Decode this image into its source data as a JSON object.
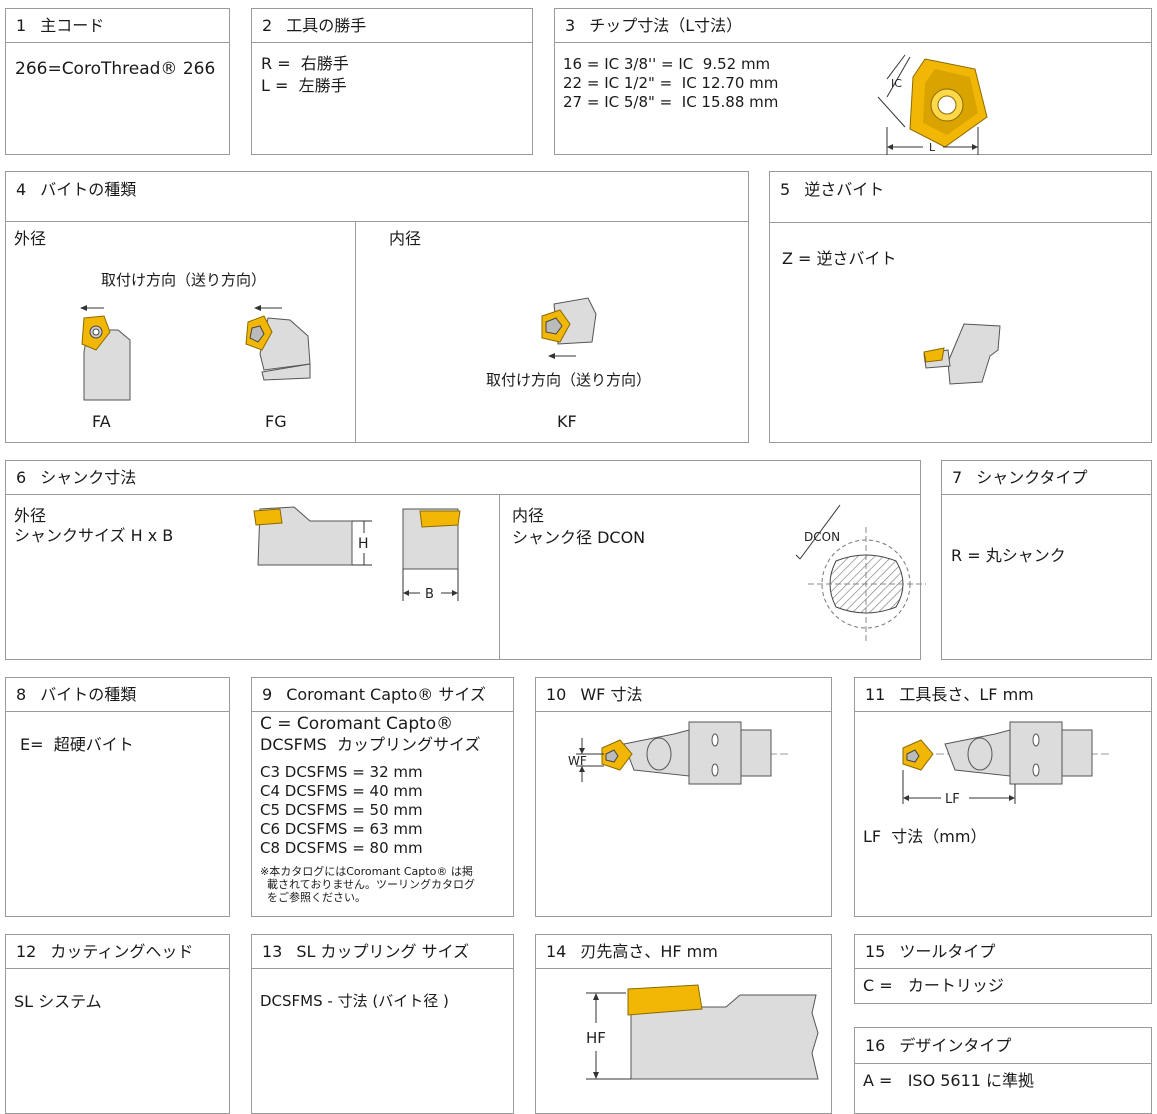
{
  "b1": {
    "num": "1",
    "title": "主コード",
    "text": "266=CoroThread® 266"
  },
  "b2": {
    "num": "2",
    "title": "工具の勝手",
    "lines": [
      "R =  右勝手",
      "L =  左勝手"
    ]
  },
  "b3": {
    "num": "3",
    "title": "チップ寸法（L寸法）",
    "lines": [
      "16 = IC 3/8'' = IC  9.52 mm",
      "22 = IC 1/2\" =  IC 12.70 mm",
      "27 = IC 5/8\" =  IC 15.88 mm"
    ],
    "ic_label": "IC",
    "l_label": "L"
  },
  "b4": {
    "num": "4",
    "title": "バイトの種類",
    "outer": "外径",
    "inner": "内径",
    "direction": "取付け方向（送り方向）",
    "direction_inner": "取付け方向（送り方向）",
    "fa": "FA",
    "fg": "FG",
    "kf": "KF"
  },
  "b5": {
    "num": "5",
    "title": "逆さバイト",
    "text": "Z = 逆さバイト"
  },
  "b6": {
    "num": "6",
    "title": "シャンク寸法",
    "outer": "外径",
    "outer_sub": "シャンクサイズ H x B",
    "inner": "内径",
    "inner_sub": "シャンク径 DCON",
    "h_label": "H",
    "b_label": "B",
    "dcon_label": "DCON"
  },
  "b7": {
    "num": "7",
    "title": "シャンクタイプ",
    "text": "R = 丸シャンク"
  },
  "b8": {
    "num": "8",
    "title": "バイトの種類",
    "text": "E=  超硬バイト"
  },
  "b9": {
    "num": "9",
    "title": "Coromant Capto® サイズ",
    "line1": "C = Coromant Capto®",
    "line2": "DCSFMS  カップリングサイズ",
    "sizes": [
      "C3 DCSFMS = 32 mm",
      "C4 DCSFMS = 40 mm",
      "C5 DCSFMS = 50 mm",
      "C6 DCSFMS = 63 mm",
      "C8 DCSFMS = 80 mm"
    ],
    "note": [
      "※本カタログにはCoromant Capto® は掲",
      "  載されておりません。ツーリングカタログ",
      "  をご参照ください。"
    ]
  },
  "b10": {
    "num": "10",
    "title": "WF 寸法",
    "wf_label": "WF"
  },
  "b11": {
    "num": "11",
    "title": "工具長さ、LF mm",
    "lf_label": "LF",
    "text": "LF  寸法（mm）"
  },
  "b12": {
    "num": "12",
    "title": "カッティングヘッド",
    "text": "SL システム"
  },
  "b13": {
    "num": "13",
    "title": "SL カップリング サイズ",
    "text": "DCSFMS - 寸法 (バイト径 )"
  },
  "b14": {
    "num": "14",
    "title": "刃先高さ、HF mm",
    "hf_label": "HF"
  },
  "b15": {
    "num": "15",
    "title": "ツールタイプ",
    "text": "C =   カートリッジ"
  },
  "b16": {
    "num": "16",
    "title": "デザインタイプ",
    "text": "A =   ISO 5611 に準拠"
  },
  "colors": {
    "insert": "#f2b705",
    "insert_dark": "#c98f00",
    "body": "#dcdcdc",
    "border": "#9a9a9a"
  }
}
